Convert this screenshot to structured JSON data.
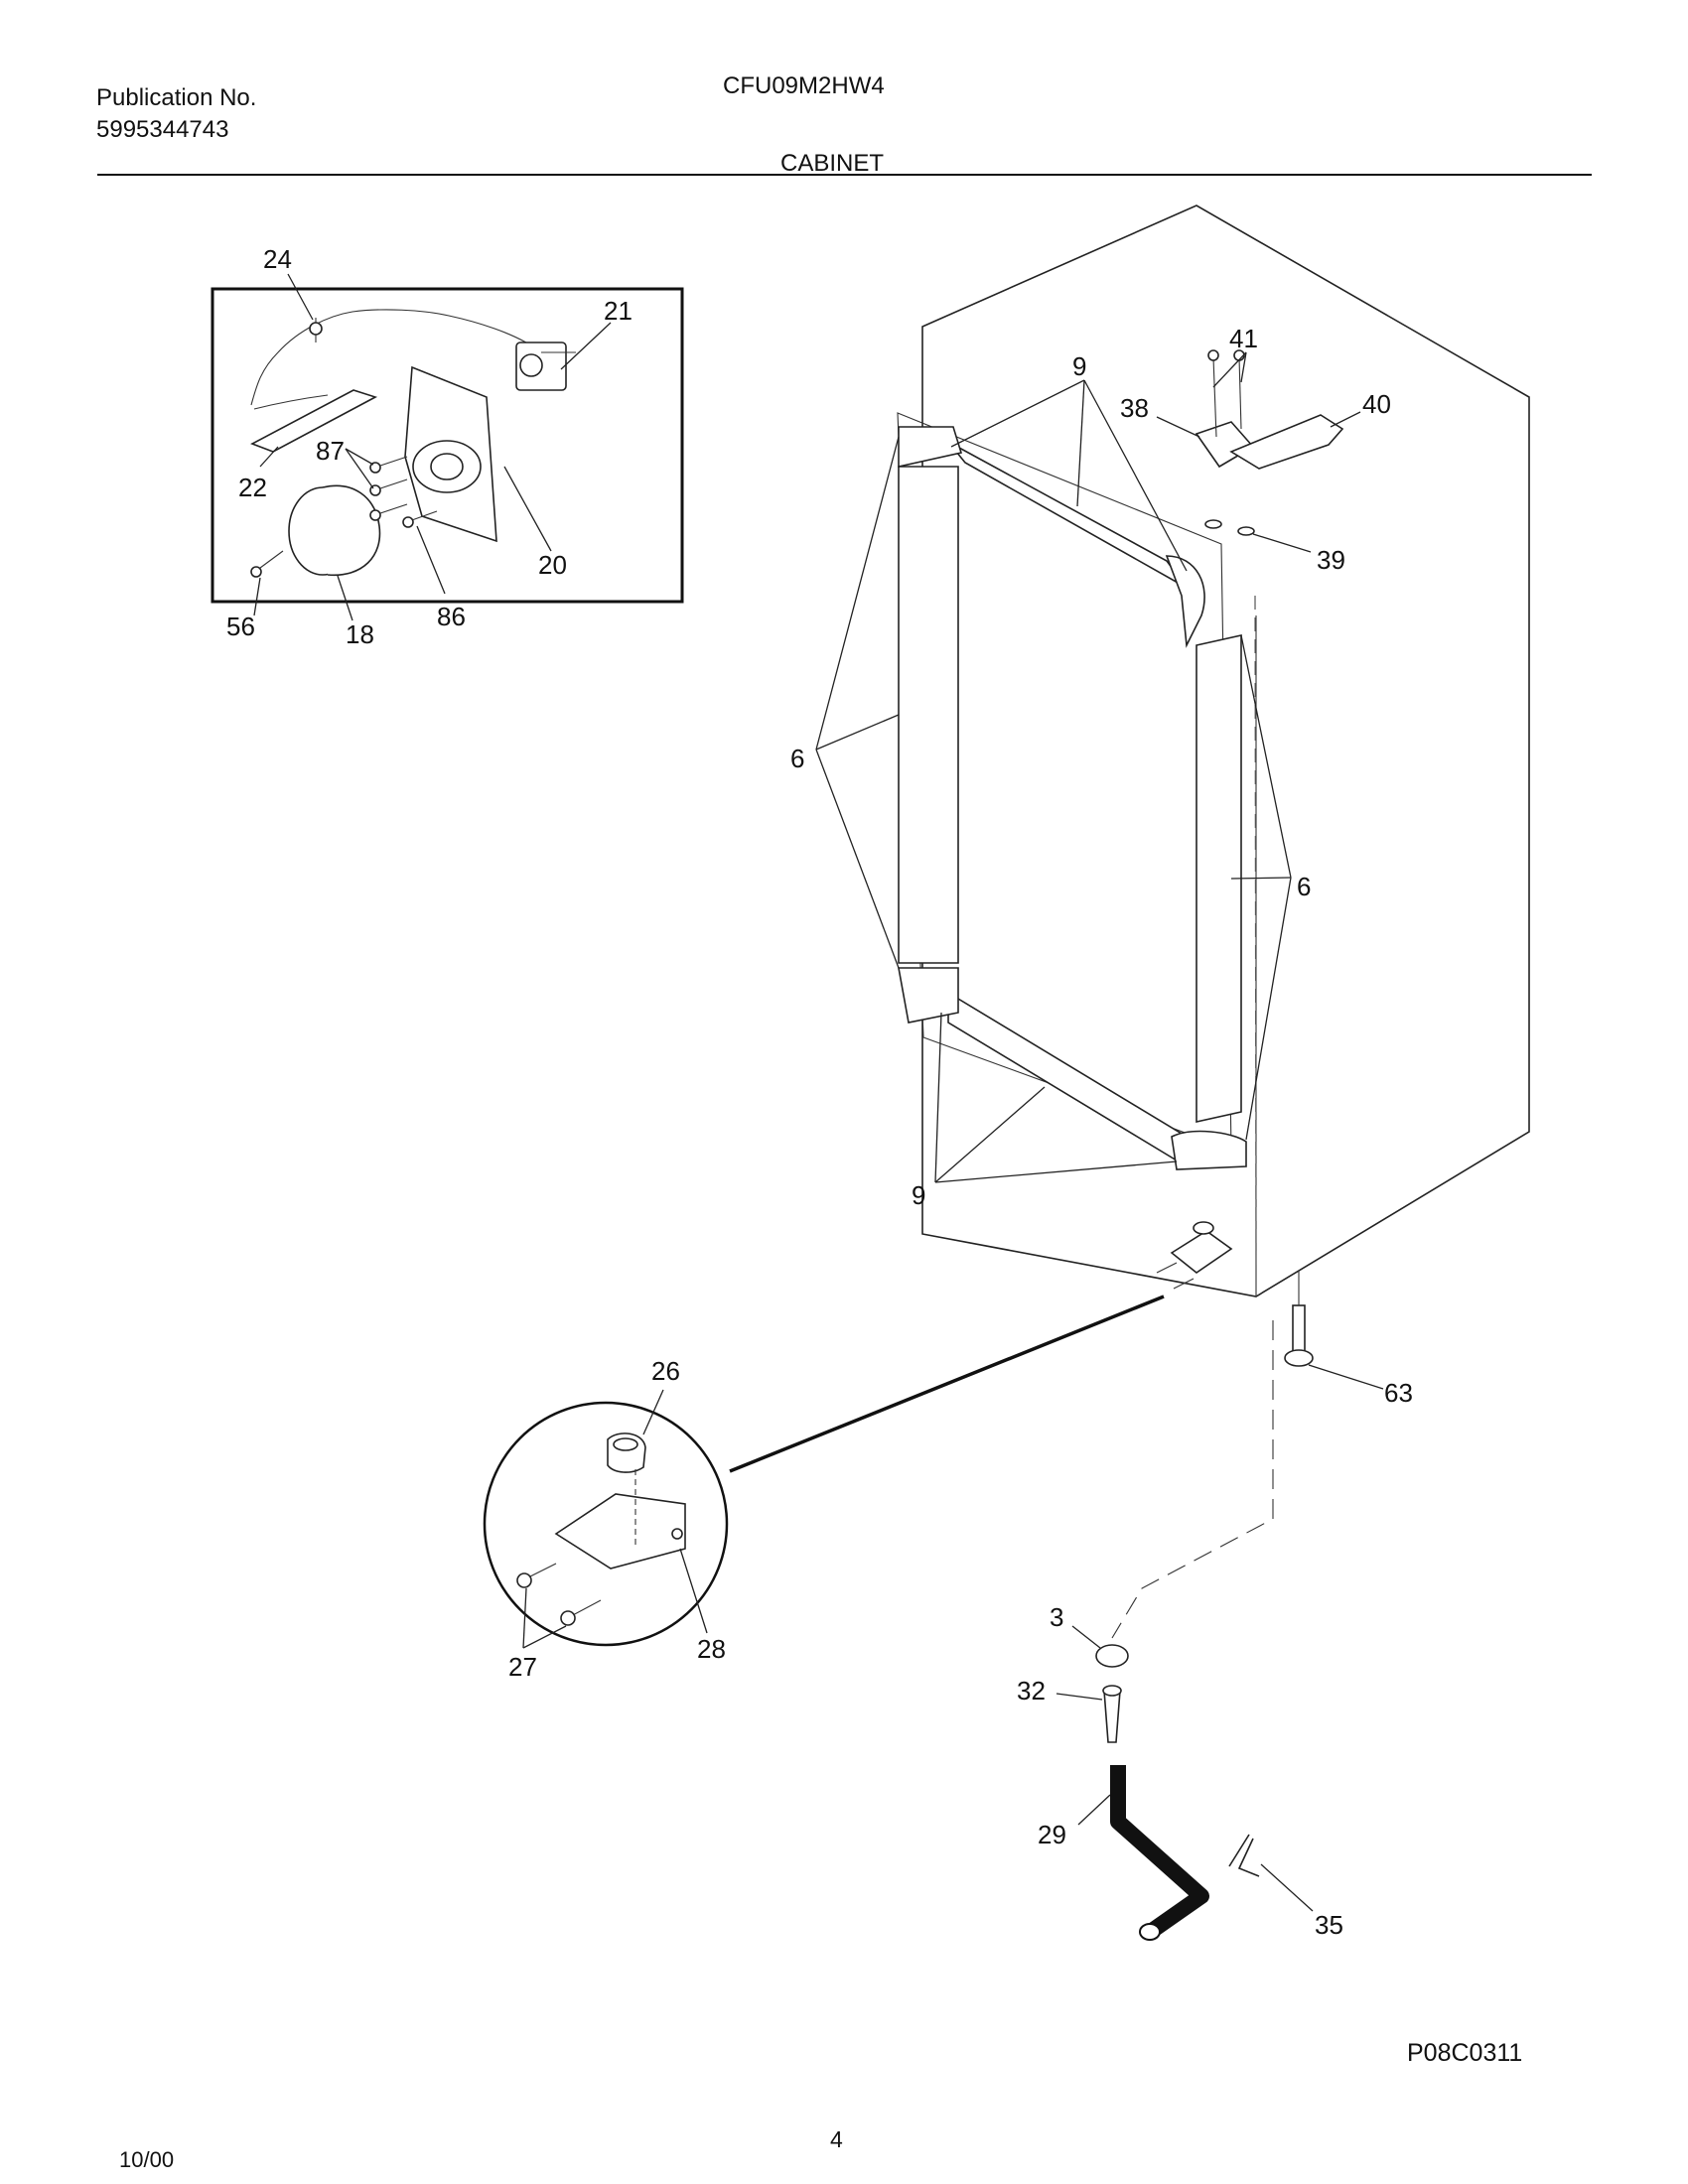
{
  "header": {
    "publication_label": "Publication No.",
    "publication_number": "5995344743",
    "model": "CFU09M2HW4",
    "section_title": "CABINET"
  },
  "footer": {
    "figure_code": "P08C0311",
    "date": "10/00",
    "page_number": "4"
  },
  "inset": {
    "callouts": [
      "24",
      "21",
      "87",
      "22",
      "20",
      "56",
      "18",
      "86"
    ]
  },
  "cabinet": {
    "callouts": [
      "9",
      "41",
      "38",
      "40",
      "39",
      "6",
      "6",
      "9",
      "63"
    ]
  },
  "detail": {
    "callouts": [
      "26",
      "28",
      "27"
    ]
  },
  "drain": {
    "callouts": [
      "3",
      "32",
      "29",
      "35"
    ]
  }
}
